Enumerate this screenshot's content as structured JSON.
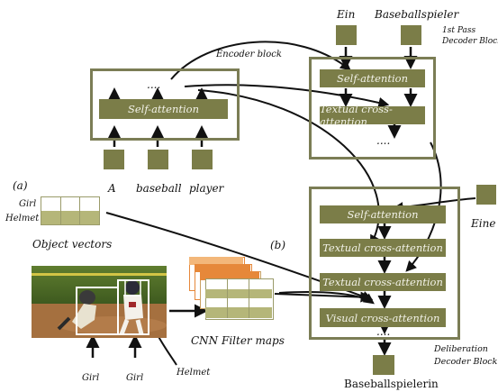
{
  "encoder": {
    "title": "Encoder block",
    "dots": "....",
    "layer": "Self-attention",
    "inputs": [
      "A",
      "baseball",
      "player"
    ]
  },
  "first_pass": {
    "title_line1": "1st Pass",
    "title_line2": "Decoder Block",
    "inputs": [
      "Ein",
      "Baseballspieler"
    ],
    "layers": [
      "Self-attention",
      "Textual  cross-attention"
    ],
    "dots": "...."
  },
  "deliberation": {
    "title_line1": "Deliberation",
    "title_line2": "Decoder Block",
    "input": "Eine",
    "layers": [
      "Self-attention",
      "Textual  cross-attention",
      "Textual  cross-attention",
      "Visual  cross-attention"
    ],
    "dots": "....",
    "output": "Baseballspielerin"
  },
  "object_vectors": {
    "marker": "(a)",
    "rows": [
      "Girl",
      "Helmet"
    ],
    "caption": "Object vectors"
  },
  "cnn": {
    "marker": "(b)",
    "caption": "CNN Filter maps"
  },
  "image_labels": {
    "girl_left": "Girl",
    "girl_right": "Girl",
    "helmet": "Helmet"
  },
  "colors": {
    "block_fill": "#7b7d48",
    "block_border": "#7b7d55",
    "vector_fill": "#b5b679",
    "filter_orange": "#e6883a"
  }
}
